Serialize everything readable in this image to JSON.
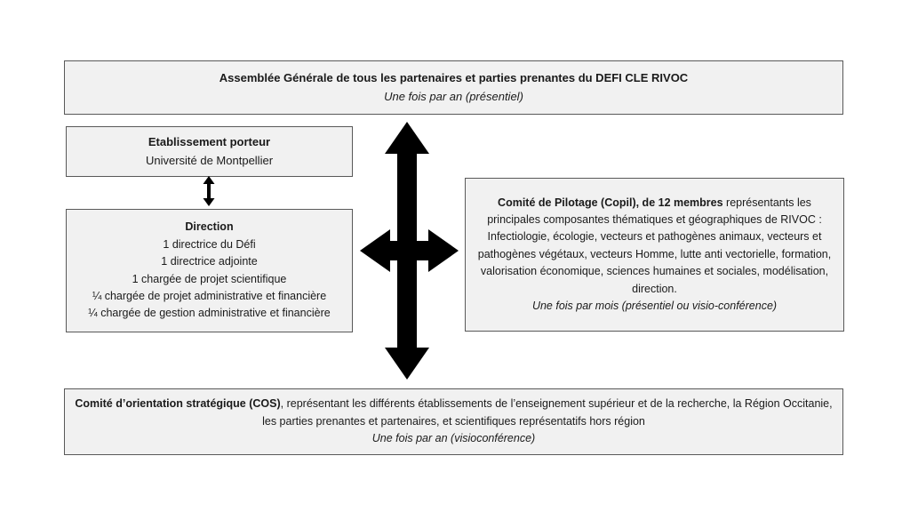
{
  "colors": {
    "box_fill": "#f1f1f1",
    "box_border": "#595959",
    "text": "#1a1a1a",
    "arrow": "#000000"
  },
  "boxes": {
    "assemblee": {
      "title": "Assemblée Générale de tous les partenaires et parties prenantes du DEFI CLE RIVOC",
      "frequency": "Une fois par an (présentiel)"
    },
    "etablissement": {
      "title": "Etablissement porteur",
      "body": "Université de Montpellier"
    },
    "direction": {
      "title": "Direction",
      "lines": [
        "1 directrice du Défi",
        "1 directrice adjointe",
        "1 chargée de projet scientifique",
        "¼  chargée de projet administrative et financière",
        "¼  chargée de gestion administrative et financière"
      ]
    },
    "copil": {
      "title_bold": "Comité de Pilotage (Copil), de 12 membres",
      "body": " représentants les principales composantes thématiques et géographiques de RIVOC : Infectiologie, écologie, vecteurs et pathogènes animaux, vecteurs et pathogènes végétaux, vecteurs Homme, lutte anti vectorielle, formation, valorisation économique, sciences humaines et sociales, modélisation, direction.",
      "frequency": "Une fois par mois (présentiel ou visio-conférence)"
    },
    "cos": {
      "title_bold": "Comité d’orientation stratégique (COS)",
      "body": ", représentant les différents établissements de l’enseignement supérieur et de la recherche, la Région Occitanie, les parties prenantes et partenaires, et scientifiques représentatifs hors région",
      "frequency": "Une fois par an (visioconférence)"
    }
  },
  "icons": {
    "updown_arrow": "vertical double-headed arrow",
    "cross_arrow": "four-way double-headed cross arrow"
  }
}
